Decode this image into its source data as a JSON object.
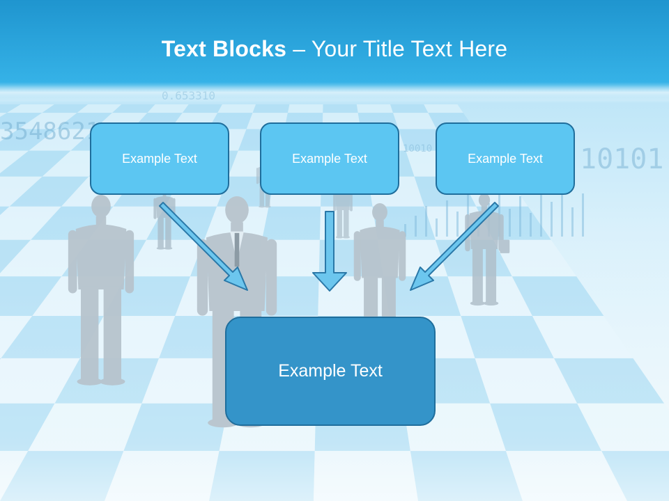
{
  "slide": {
    "title_bold": "Text Blocks",
    "title_dash": " – ",
    "title_rest": "Your Title Text Here"
  },
  "blocks": [
    {
      "label": "Example Text"
    },
    {
      "label": "Example Text"
    },
    {
      "label": "Example Text"
    }
  ],
  "target": {
    "label": "Example Text"
  },
  "background": {
    "number_text": "3548621",
    "number_text_small": "0.653310",
    "binary_text": "10101",
    "binary_text_small": "10010"
  },
  "colors": {
    "header": "#2aa6dc",
    "block_fill": "#5cc6f2",
    "target_fill": "#3494c9",
    "border": "#1f6e9c",
    "arrow": "#6cc6ee"
  }
}
